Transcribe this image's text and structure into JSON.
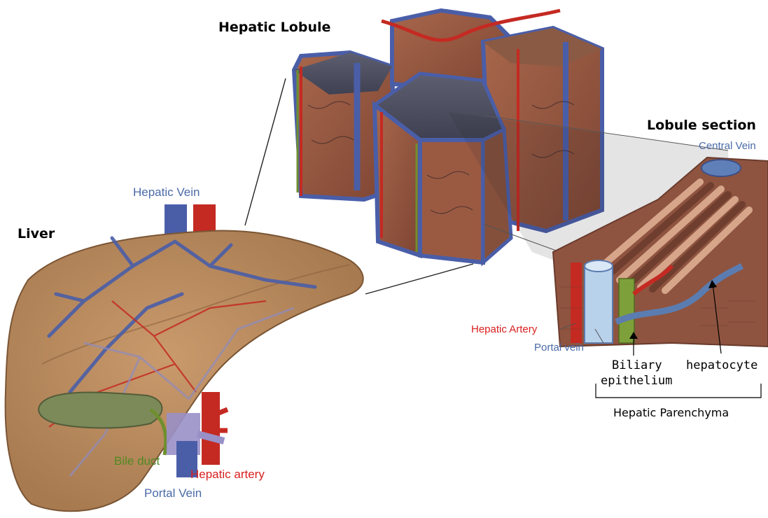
{
  "titles": {
    "liver": "Liver",
    "lobule": "Hepatic Lobule",
    "section": "Lobule section"
  },
  "liver_labels": {
    "hepatic_vein": "Hepatic Vein",
    "bile_duct": "Bile duct",
    "hepatic_artery": "Hepatic artery",
    "portal_vein": "Portal Vein"
  },
  "section_labels": {
    "central_vein": "Central Vein",
    "hepatic_artery": "Hepatic Artery",
    "portal_vein": "Portal vein",
    "biliary_line1": "Biliary",
    "biliary_line2": "epithelium",
    "hepatocyte": "hepatocyte",
    "parenchyma": "Hepatic Parenchyma"
  },
  "colors": {
    "liver_tissue": "#b4895e",
    "vein_blue": "#4a5ea8",
    "artery_red": "#c42a22",
    "bile_green": "#6f8f2e",
    "gallbladder": "#7c8a5a",
    "label_blue": "#4a6aa8",
    "label_red": "#d8201f",
    "label_green": "#4f8a22"
  }
}
